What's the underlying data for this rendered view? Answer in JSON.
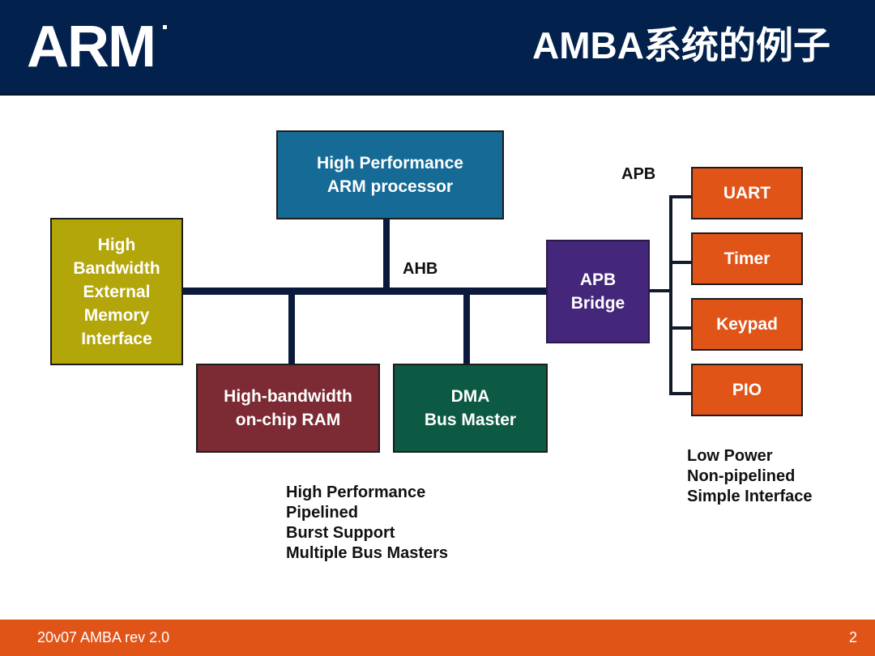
{
  "header": {
    "logo": "ARM",
    "title": "AMBA系统的例子"
  },
  "diagram": {
    "bus_labels": {
      "ahb": "AHB",
      "apb": "APB"
    },
    "blocks": {
      "cpu": {
        "label": "High Performance\nARM processor",
        "color": "#156a96"
      },
      "ext_mem": {
        "label": "High\nBandwidth\nExternal\nMemory\nInterface",
        "color": "#b3a60a"
      },
      "ram": {
        "label": "High-bandwidth\non-chip RAM",
        "color": "#7c2a33"
      },
      "dma": {
        "label": "DMA\nBus Master",
        "color": "#0c5a44"
      },
      "bridge": {
        "label": "APB\nBridge",
        "color": "#44267a"
      },
      "uart": {
        "label": "UART",
        "color": "#e05418"
      },
      "timer": {
        "label": "Timer",
        "color": "#e05418"
      },
      "keypad": {
        "label": "Keypad",
        "color": "#e05418"
      },
      "pio": {
        "label": "PIO",
        "color": "#e05418"
      }
    },
    "ahb_features": [
      "High Performance",
      "Pipelined",
      "Burst Support",
      "Multiple Bus Masters"
    ],
    "apb_features": [
      "Low Power",
      "Non-pipelined",
      "Simple Interface"
    ]
  },
  "footer": {
    "left": "20v07 AMBA rev 2.0",
    "page": "2"
  }
}
